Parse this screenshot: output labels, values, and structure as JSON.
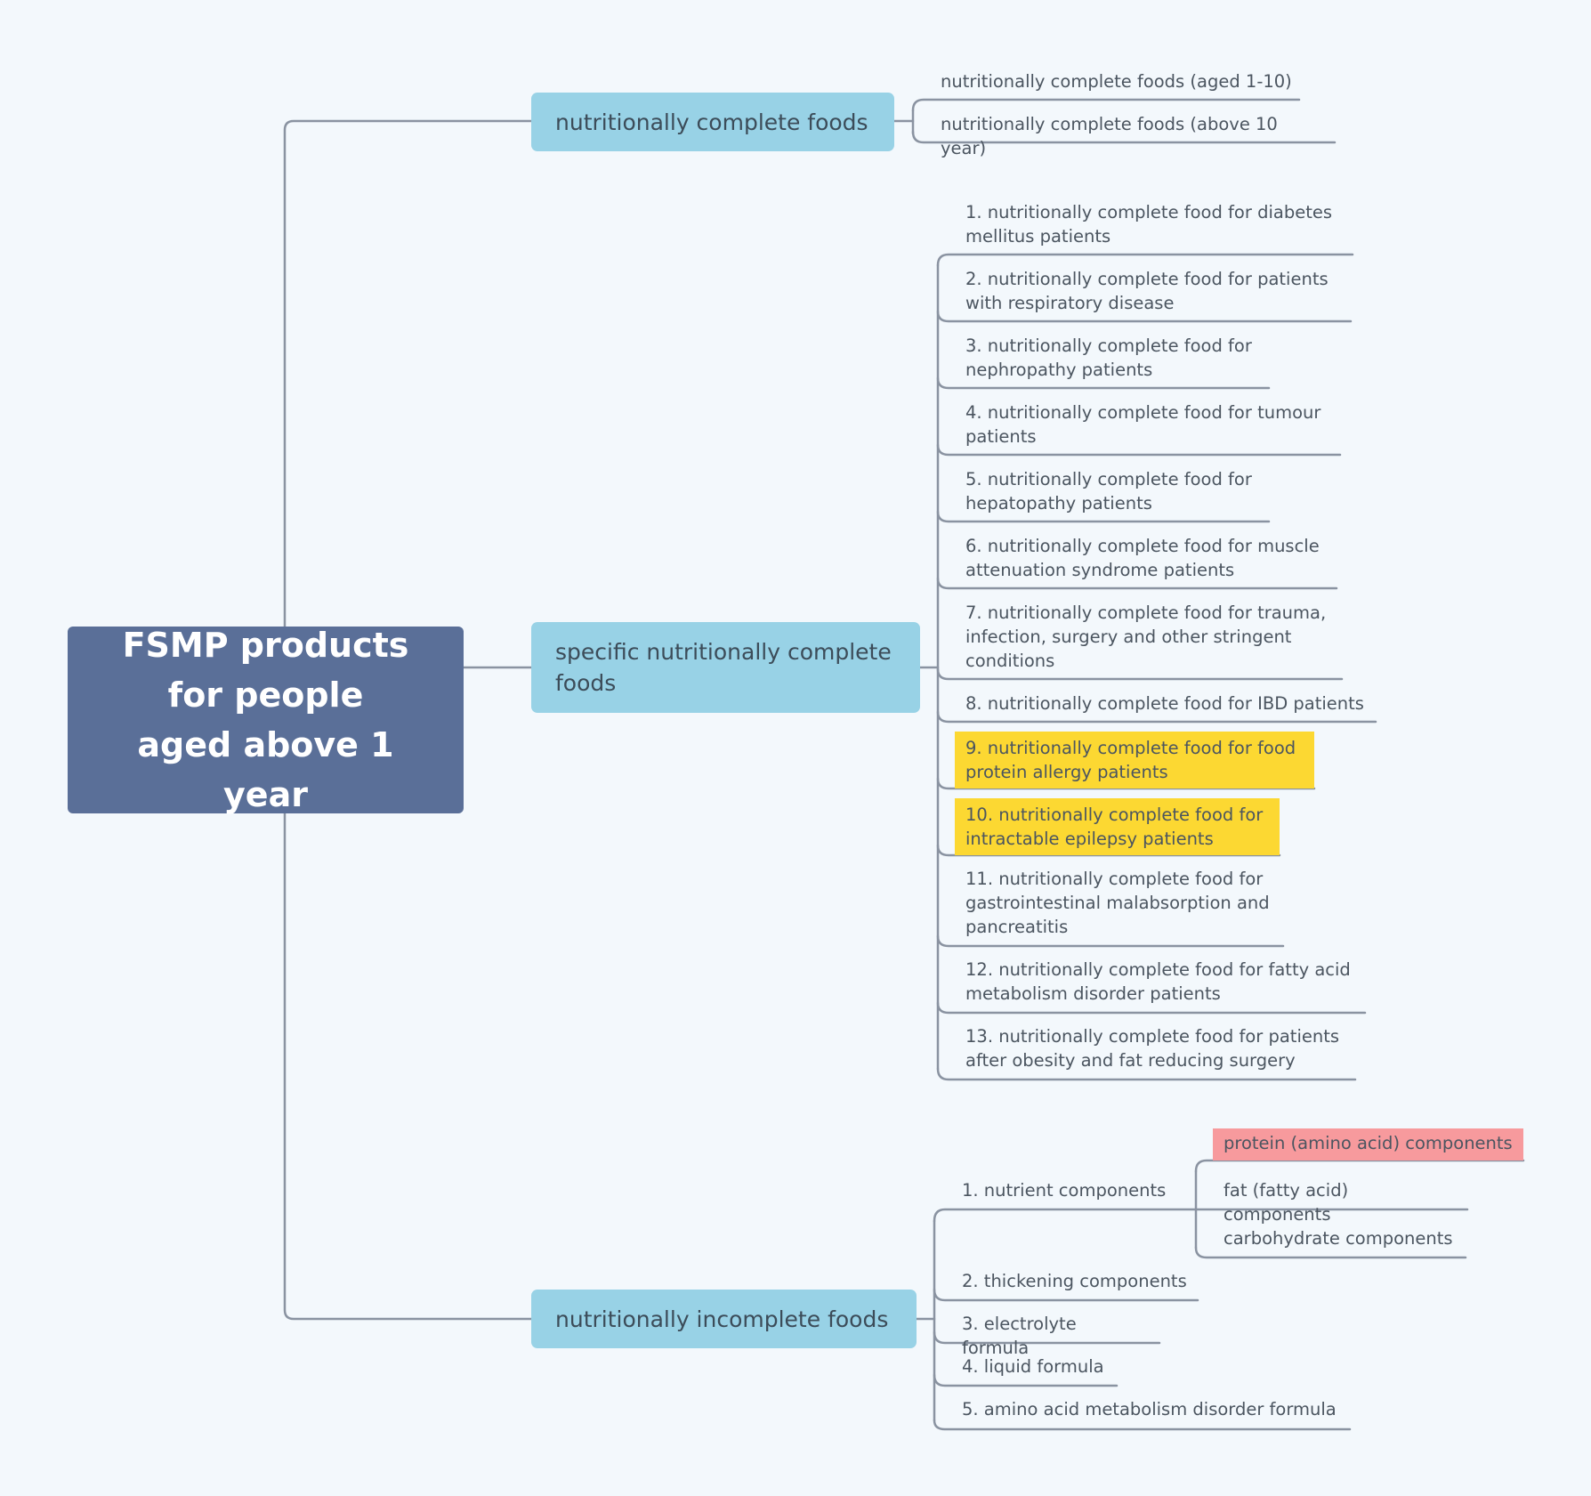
{
  "root": {
    "label": "FSMP products for people aged above 1 year"
  },
  "branches": [
    {
      "label": "nutritionally complete foods",
      "items": [
        {
          "label": "nutritionally complete foods (aged 1-10)"
        },
        {
          "label": "nutritionally complete foods (above 10 year)"
        }
      ]
    },
    {
      "label": "specific nutritionally complete foods",
      "items": [
        {
          "label": " 1. nutritionally complete food for diabetes mellitus patients"
        },
        {
          "label": " 2. nutritionally complete food for patients with respiratory disease"
        },
        {
          "label": "3. nutritionally complete food for nephropathy patients"
        },
        {
          "label": "4. nutritionally complete food for tumour patients"
        },
        {
          "label": "5. nutritionally complete food for hepatopathy patients"
        },
        {
          "label": "6. nutritionally complete food for muscle attenuation syndrome patients"
        },
        {
          "label": "7. nutritionally complete food for trauma, infection, surgery and other stringent conditions"
        },
        {
          "label": "8. nutritionally complete food for IBD patients"
        },
        {
          "label": "9. nutritionally complete food for food protein allergy patients",
          "highlight": "#fcd832"
        },
        {
          "label": "10. nutritionally complete food for intractable epilepsy patients",
          "highlight": "#fcd832"
        },
        {
          "label": "11. nutritionally complete food for gastrointestinal malabsorption and pancreatitis"
        },
        {
          "label": "12. nutritionally complete food for fatty acid metabolism disorder patients"
        },
        {
          "label": "13. nutritionally complete food for patients after obesity and fat reducing surgery"
        }
      ]
    },
    {
      "label": "nutritionally incomplete foods",
      "items": [
        {
          "label": "1. nutrient components",
          "children": [
            {
              "label": "protein (amino acid) components",
              "highlight": "#f79a9d"
            },
            {
              "label": "fat (fatty acid) components"
            },
            {
              "label": "carbohydrate components"
            }
          ]
        },
        {
          "label": "2. thickening components"
        },
        {
          "label": "3. electrolyte formula"
        },
        {
          "label": "4. liquid formula"
        },
        {
          "label": "5. amino acid metabolism disorder formula"
        }
      ]
    }
  ],
  "colors": {
    "connector": "#8a93a1",
    "root_fill": "#5a6f98",
    "branch_fill": "#98d2e6",
    "background": "#f3f8fc"
  }
}
